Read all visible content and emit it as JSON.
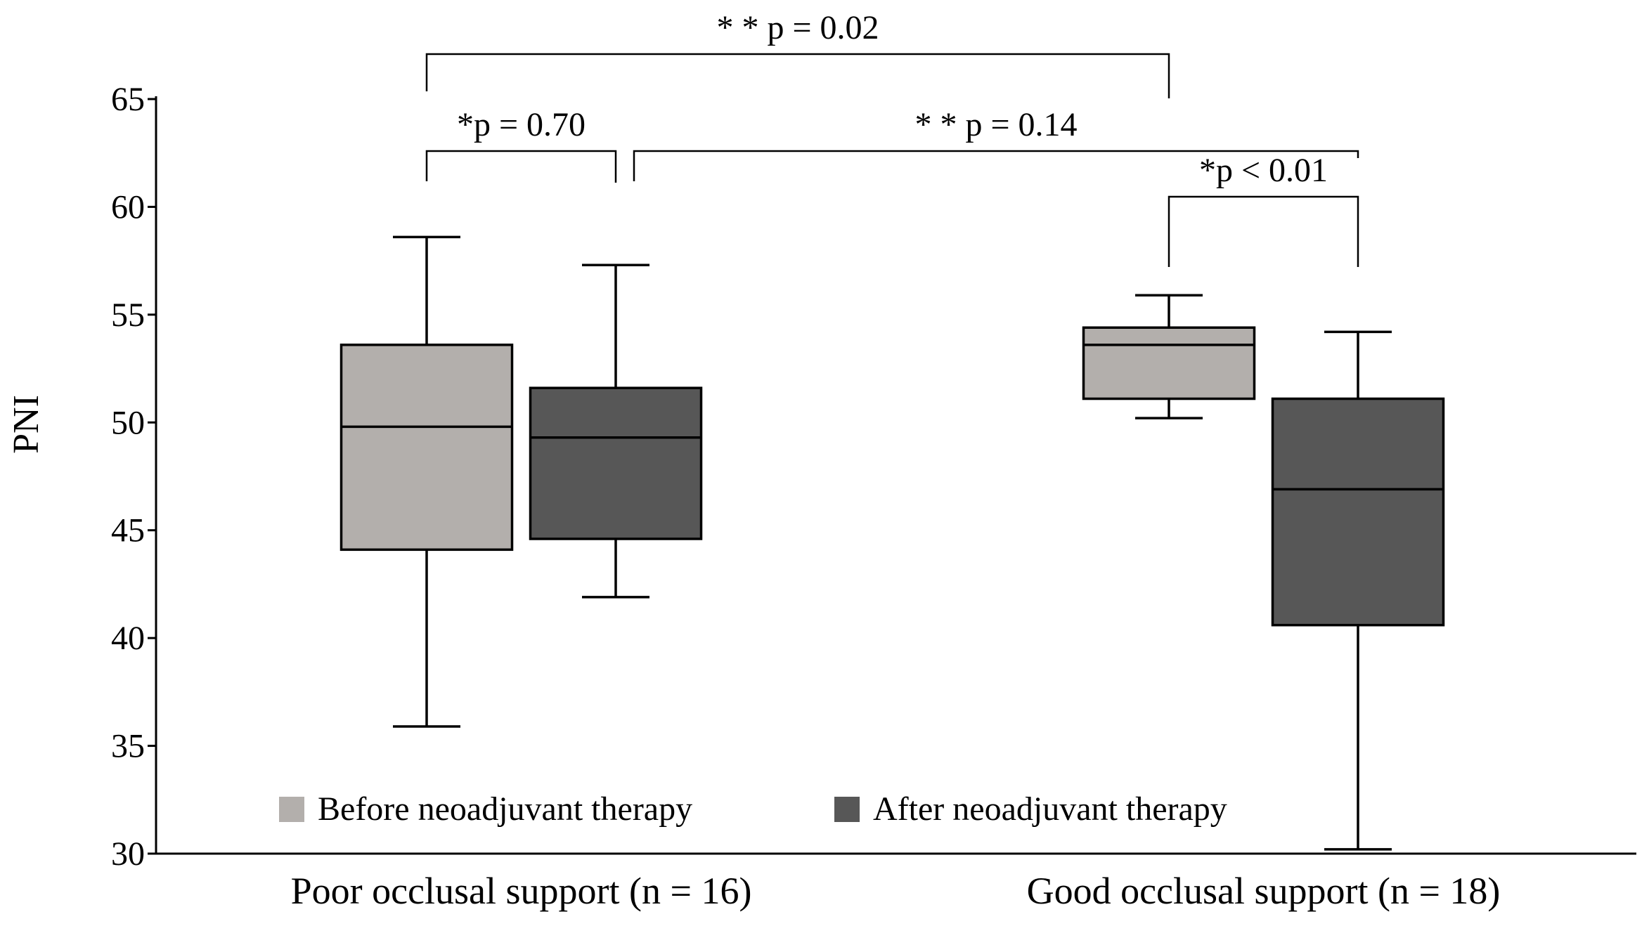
{
  "chart_data": {
    "type": "boxplot",
    "ylabel": "PNI",
    "xlabel": "",
    "ylim": [
      30,
      65
    ],
    "yticks": [
      30,
      35,
      40,
      45,
      50,
      55,
      60,
      65
    ],
    "categories": [
      "Poor occlusal support (n = 16)",
      "Good occlusal support (n = 18)"
    ],
    "legend_position": "bottom-inside",
    "grid": false,
    "series": [
      {
        "name": "Before neoadjuvant therapy",
        "color": "#b3afac",
        "boxes": [
          {
            "min": 35.9,
            "q1": 44.1,
            "median": 49.8,
            "q3": 53.6,
            "max": 58.6
          },
          {
            "min": 50.2,
            "q1": 51.1,
            "median": 53.6,
            "q3": 54.4,
            "max": 55.9
          }
        ]
      },
      {
        "name": "After neoadjuvant therapy",
        "color": "#575757",
        "boxes": [
          {
            "min": 41.9,
            "q1": 44.6,
            "median": 49.3,
            "q3": 51.6,
            "max": 57.3
          },
          {
            "min": 30.2,
            "q1": 40.6,
            "median": 46.9,
            "q3": 51.1,
            "max": 54.2
          }
        ]
      }
    ],
    "annotations": [
      {
        "label": "* * p = 0.02",
        "from": {
          "category": 0,
          "series": 0
        },
        "to": {
          "category": 1,
          "series": 0
        },
        "level": 2
      },
      {
        "label": "*p = 0.70",
        "from": {
          "category": 0,
          "series": 0
        },
        "to": {
          "category": 0,
          "series": 1
        },
        "level": 1
      },
      {
        "label": "* * p = 0.14",
        "from": {
          "category": 0,
          "series": 1
        },
        "to": {
          "category": 1,
          "series": 1
        },
        "level": 1
      },
      {
        "label": "*p < 0.01",
        "from": {
          "category": 1,
          "series": 0
        },
        "to": {
          "category": 1,
          "series": 1
        },
        "level": 0
      }
    ]
  }
}
